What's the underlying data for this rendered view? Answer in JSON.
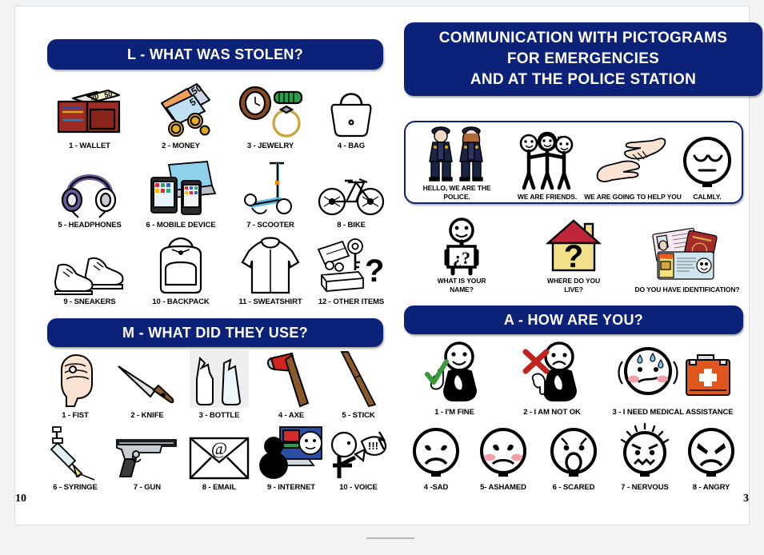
{
  "document": {
    "page_number_left": "10",
    "page_number_right": "3"
  },
  "colors": {
    "banner_blue": "#0c2178",
    "banner_text": "#ffffff",
    "page_background": "#ffffff",
    "canvas_background": "#f2f3f5"
  },
  "main_title": {
    "line1": "COMMUNICATION WITH PICTOGRAMS",
    "line2": "FOR EMERGENCIES",
    "line3": "AND AT THE POLICE STATION"
  },
  "section_L": {
    "heading": "L - WHAT WAS STOLEN?",
    "items": [
      {
        "label": "1 - WALLET",
        "icon": "wallet-icon"
      },
      {
        "label": "2 - MONEY",
        "icon": "money-icon"
      },
      {
        "label": "3 - JEWELRY",
        "icon": "jewelry-icon"
      },
      {
        "label": "4 - BAG",
        "icon": "handbag-icon"
      },
      {
        "label": "5 - HEADPHONES",
        "icon": "headphones-icon"
      },
      {
        "label": "6 - MOBILE DEVICE",
        "icon": "mobile-device-icon"
      },
      {
        "label": "7 - SCOOTER",
        "icon": "scooter-icon"
      },
      {
        "label": "8 - BIKE",
        "icon": "bicycle-icon"
      },
      {
        "label": "9 - SNEAKERS",
        "icon": "sneakers-icon"
      },
      {
        "label": "10 - BACKPACK",
        "icon": "backpack-icon"
      },
      {
        "label": "11 - SWEATSHIRT",
        "icon": "hoodie-icon"
      },
      {
        "label": "12 - OTHER ITEMS",
        "icon": "other-items-icon"
      }
    ]
  },
  "section_M": {
    "heading": "M - WHAT DID THEY USE?",
    "items": [
      {
        "label": "1 - FIST",
        "icon": "fist-icon"
      },
      {
        "label": "2 - KNIFE",
        "icon": "knife-icon"
      },
      {
        "label": "3 - BOTTLE",
        "icon": "broken-bottle-icon"
      },
      {
        "label": "4 - AXE",
        "icon": "axe-icon"
      },
      {
        "label": "5 - STICK",
        "icon": "stick-icon"
      },
      {
        "label": "6 - SYRINGE",
        "icon": "syringe-icon"
      },
      {
        "label": "7 - GUN",
        "icon": "gun-icon"
      },
      {
        "label": "8 - EMAIL",
        "icon": "email-icon"
      },
      {
        "label": "9 - INTERNET",
        "icon": "internet-icon"
      },
      {
        "label": "10 - VOICE",
        "icon": "voice-icon"
      }
    ]
  },
  "intro_row": {
    "items": [
      {
        "label": "HELLO, WE ARE THE POLICE.",
        "icon": "police-officers-icon"
      },
      {
        "label": "WE ARE FRIENDS.",
        "icon": "friends-icon"
      },
      {
        "label": "WE ARE GOING TO HELP YOU",
        "icon": "helping-hand-icon"
      },
      {
        "label": "CALMLY.",
        "icon": "calm-face-icon"
      }
    ]
  },
  "questions_row": {
    "items": [
      {
        "label": "WHAT IS YOUR NAME?",
        "icon": "person-question-icon"
      },
      {
        "label": "WHERE DO YOU LIVE?",
        "icon": "house-question-icon"
      },
      {
        "label": "DO YOU HAVE  IDENTIFICATION?",
        "icon": "identification-documents-icon"
      }
    ]
  },
  "section_A": {
    "heading": "A - HOW ARE YOU?",
    "items": [
      {
        "label": "1 - I'M FINE",
        "icon": "thumbs-up-face-icon"
      },
      {
        "label": "2 - I AM NOT OK",
        "icon": "thumbs-down-face-icon"
      },
      {
        "label": "3 - I NEED MEDICAL ASSISTANCE",
        "icon": "medical-kit-icon"
      },
      {
        "label": "4 -SAD",
        "icon": "sad-face-icon"
      },
      {
        "label": "5- ASHAMED",
        "icon": "ashamed-face-icon"
      },
      {
        "label": "6 - SCARED",
        "icon": "scared-face-icon"
      },
      {
        "label": "7 - NERVOUS",
        "icon": "nervous-face-icon"
      },
      {
        "label": "8 - ANGRY",
        "icon": "angry-face-icon"
      }
    ]
  }
}
